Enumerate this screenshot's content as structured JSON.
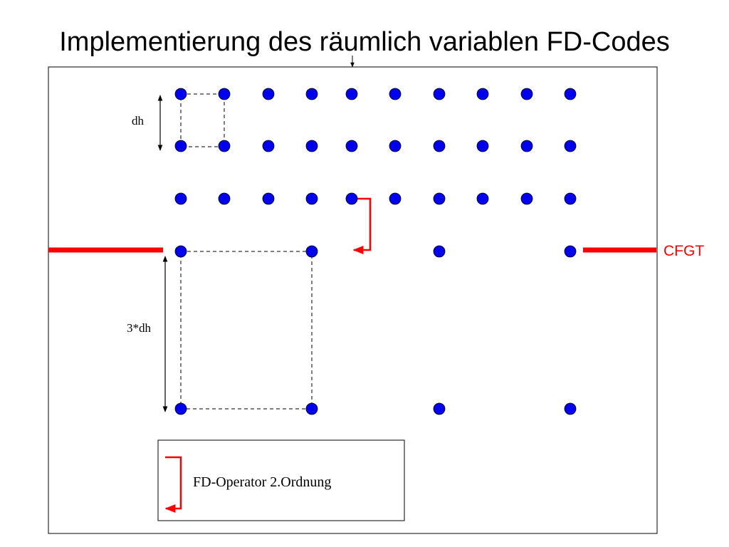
{
  "title": "Implementierung des räumlich variablen FD-Codes",
  "labels": {
    "dh": "dh",
    "three_dh": "3*dh",
    "cfgt": "CFGT"
  },
  "legend": {
    "text": "FD-Operator 2.Ordnung"
  },
  "grid": {
    "fine_columns": 10,
    "fine_rows": 3,
    "coarse_columns": 4,
    "coarse_rows": 2
  },
  "colors": {
    "node": "#0000ee",
    "interface": "#ff0000",
    "operator_arrow": "#ff0000",
    "frame": "#000000"
  }
}
